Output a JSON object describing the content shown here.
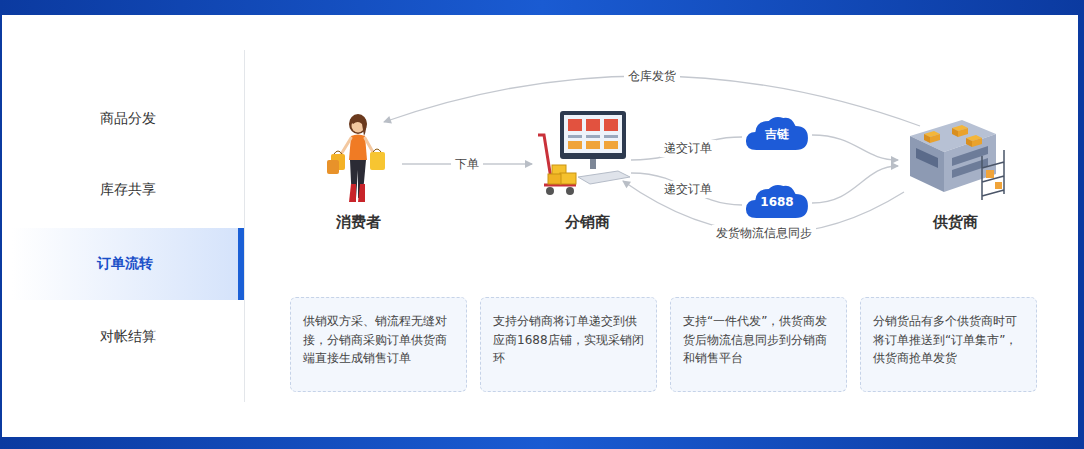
{
  "diagram": {
    "nodes": [
      {
        "text": [
          "商品分发"
        ]
      },
      {
        "text": [
          "库存共享"
        ]
      },
      {
        "text": [
          "订单流转"
        ]
      },
      {
        "text": [
          "对帐结算"
        ]
      },
      {
        "text": [
          "消费者"
        ]
      },
      {
        "text": [
          "分销商"
        ]
      },
      {
        "text": [
          "吉链"
        ]
      },
      {
        "text": [
          "1688"
        ]
      },
      {
        "text": [
          "供货商"
        ]
      },
      {
        "text": [
          "供销双方采、销流程无缝对接，分销商采购订单供货商端直接生成销售订单"
        ]
      },
      {
        "text": [
          "支持分销商将订单递交到供应商1688店铺，实现采销闭环"
        ]
      },
      {
        "text": [
          "支持“一件代发”，供货商发货后物流信息同步到分销商和销售平台"
        ]
      },
      {
        "text": [
          "分销货品有多个供货商时可将订单推送到“订单集市”，供货商抢单发货"
        ]
      }
    ],
    "edges": [
      {
        "from": 8,
        "to": 4,
        "label": "仓库发货",
        "arrow": "to"
      },
      {
        "from": 4,
        "to": 5,
        "label": "下单",
        "arrow": "to"
      },
      {
        "from": 5,
        "to": 6,
        "label": "递交订单",
        "arrow": "none"
      },
      {
        "from": 5,
        "to": 7,
        "label": "递交订单",
        "arrow": "none"
      },
      {
        "from": 6,
        "to": 8,
        "arrow": "to"
      },
      {
        "from": 7,
        "to": 8,
        "arrow": "to"
      },
      {
        "from": 8,
        "to": 5,
        "label": "发货物流信息同步",
        "arrow": "to"
      }
    ]
  }
}
